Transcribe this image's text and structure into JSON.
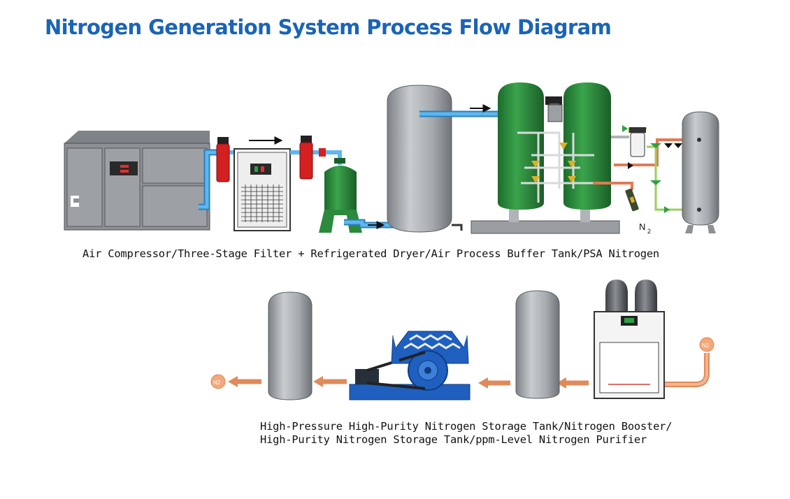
{
  "title": "Nitrogen Generation System Process Flow Diagram",
  "top_caption": "Air Compressor/Three-Stage Filter + Refrigerated Dryer/Air Process Buffer Tank/PSA Nitrogen",
  "bottom_caption": {
    "line1": "High-Pressure High-Purity Nitrogen Storage Tank/Nitrogen Booster/",
    "line2": "High-Purity Nitrogen Storage Tank/ppm-Level Nitrogen Purifier"
  },
  "labels": {
    "n2_outlet": "N",
    "n2_subscript": "2"
  },
  "colors": {
    "title": "#1a64b6",
    "pipe_air": "#3a9fe0",
    "vessel_green": "#2e8b3e",
    "filter_red": "#d42020",
    "arrow_orange": "#e08a5a",
    "booster_blue": "#1f5fbf"
  }
}
